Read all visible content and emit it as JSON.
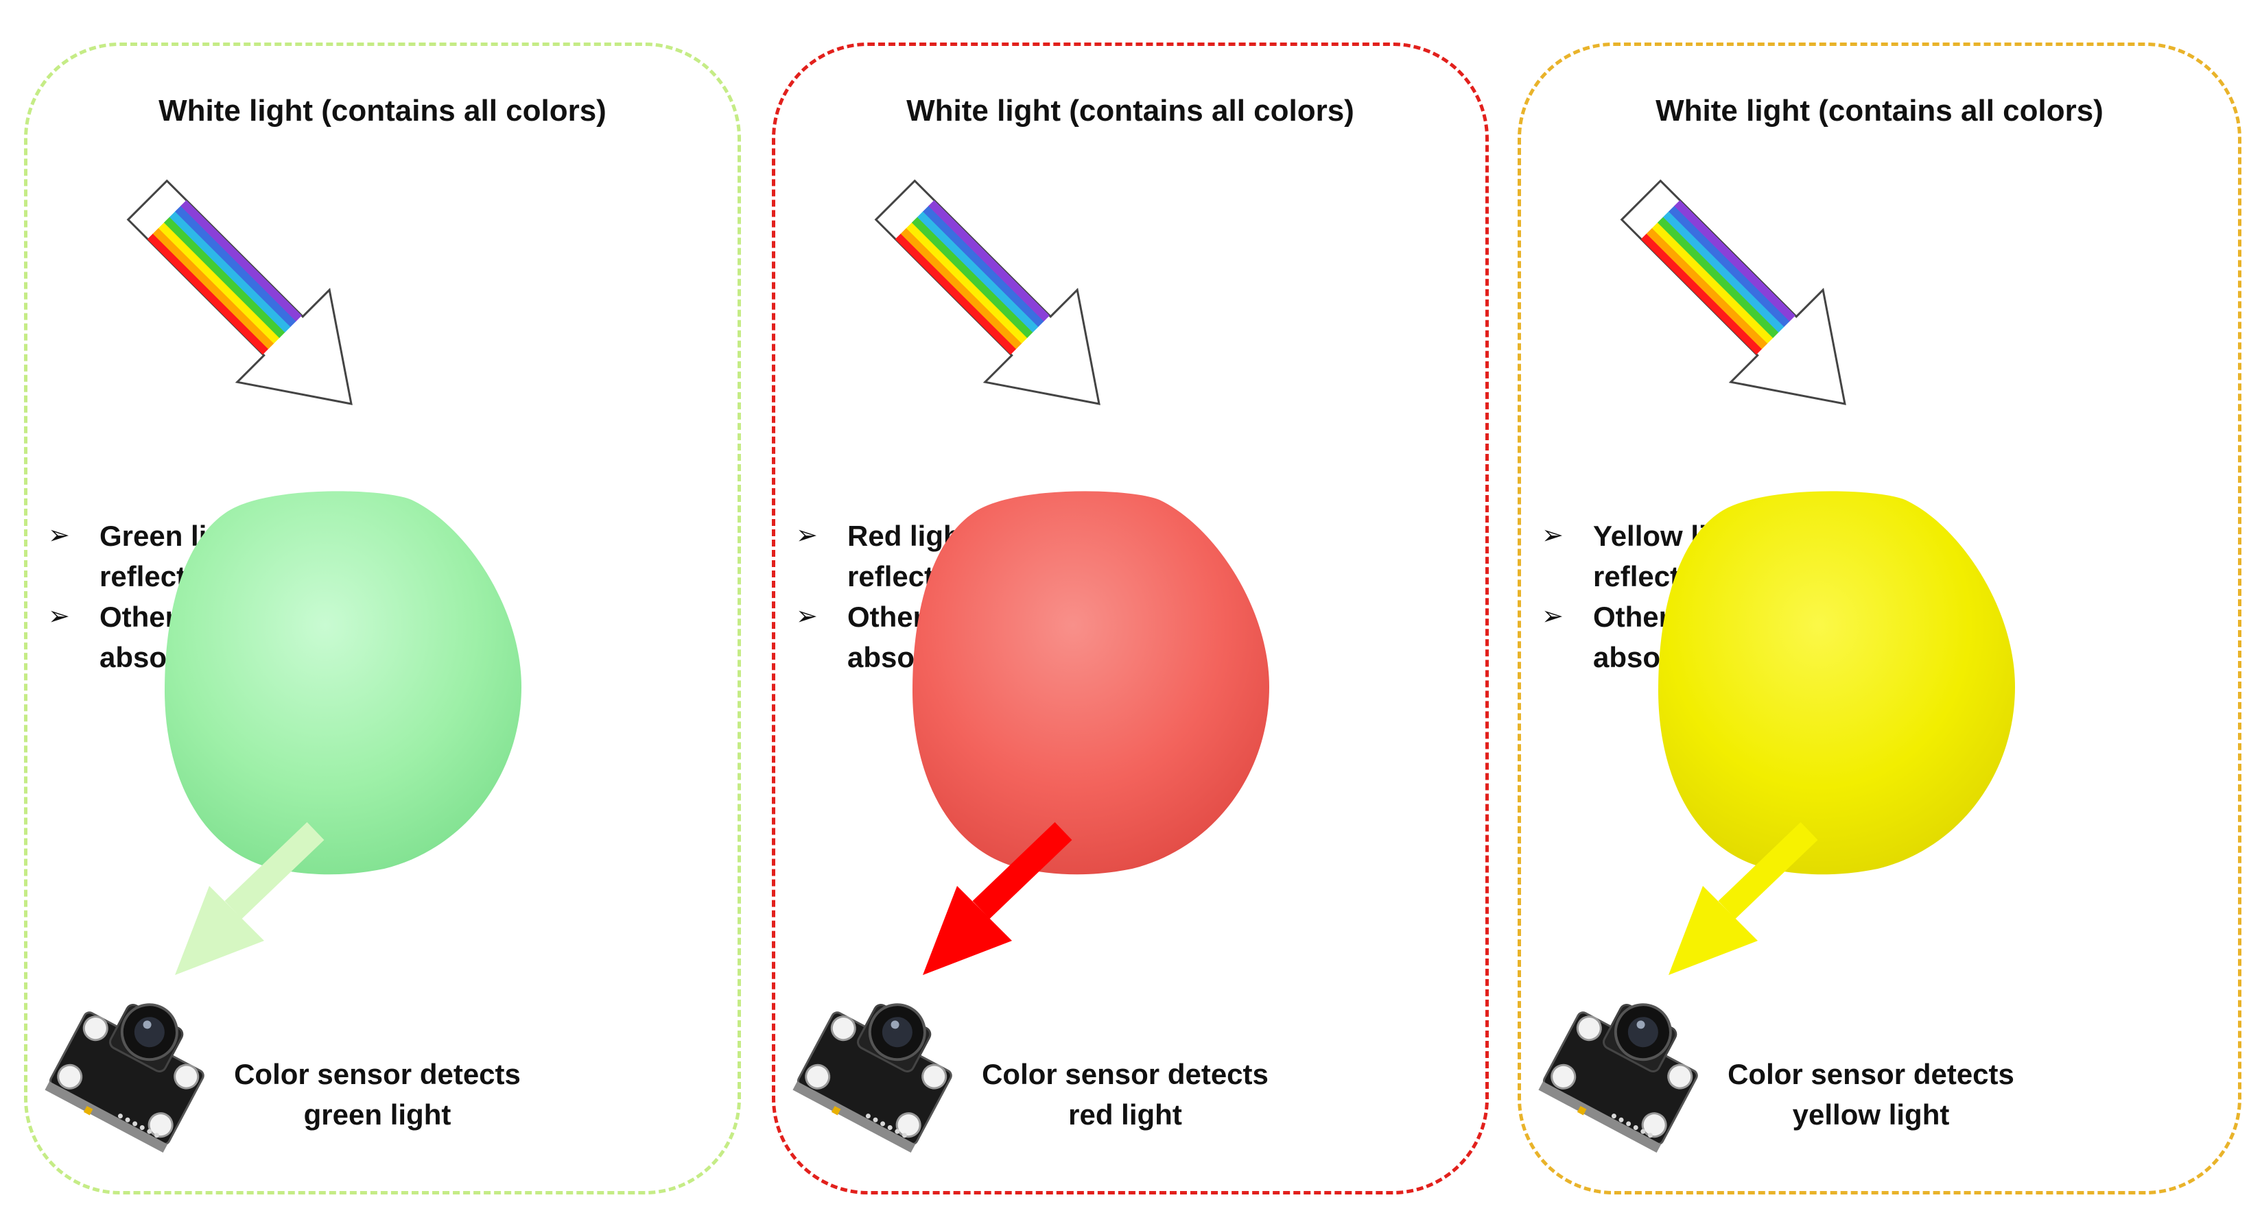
{
  "panels": [
    {
      "id": "green",
      "title": "White light (contains all colors)",
      "bullets": [
        "Green light is reflected",
        "Other colors absorbed"
      ],
      "caption_lines": [
        "Color sensor detects",
        "green light"
      ],
      "border_color": "#c5ec86",
      "object_color": "#9ef0a8",
      "object_highlight": "#c9fbd2",
      "object_shadow": "#7fe08f",
      "arrow_color": "#d6f7c2"
    },
    {
      "id": "red",
      "title": "White light (contains all colors)",
      "bullets": [
        "Red light is reflected",
        "Other colors absorbed"
      ],
      "caption_lines": [
        "Color sensor detects",
        "red light"
      ],
      "border_color": "#e2201c",
      "object_color": "#f3635c",
      "object_highlight": "#f8908a",
      "object_shadow": "#e14a44",
      "arrow_color": "#ff0000"
    },
    {
      "id": "yellow",
      "title": "White light (contains all colors)",
      "bullets": [
        "Yellow light is reflected",
        "Other colors absorbed"
      ],
      "caption_lines": [
        "Color sensor detects",
        "yellow light"
      ],
      "border_color": "#e9b32a",
      "object_color": "#f2ee00",
      "object_highlight": "#fbf848",
      "object_shadow": "#e0d800",
      "arrow_color": "#f7f200"
    }
  ],
  "bullet_icon": "➢",
  "rainbow_colors": [
    "#ff1a1a",
    "#ffa500",
    "#ffee00",
    "#44cc33",
    "#2eb8e8",
    "#3a6fe0",
    "#8a40d8"
  ]
}
